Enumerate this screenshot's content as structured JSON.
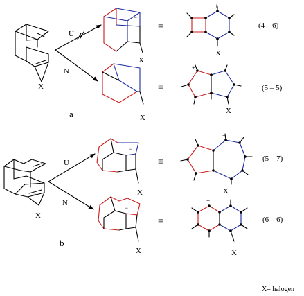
{
  "labels": {
    "panel_a": "a",
    "panel_b": "b",
    "path_u": "U",
    "path_n": "N",
    "substituent": "X",
    "charge": "+",
    "anion": "−",
    "equivalence": "≡",
    "footnote": "X= halogen"
  },
  "products": {
    "a_u": "(4 – 6)",
    "a_n": "(5 – 5)",
    "b_u": "(5 – 7)",
    "b_n": "(6 – 6)"
  },
  "colors": {
    "black": "#000000",
    "red": "#cc1c1c",
    "blue": "#1c2a9e"
  }
}
